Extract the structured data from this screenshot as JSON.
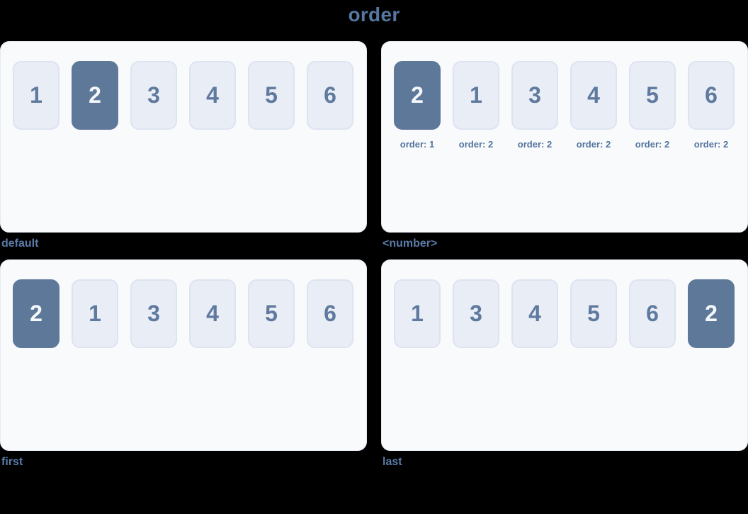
{
  "title": "order",
  "colors": {
    "bg": "#000000",
    "panel-bg": "#f8fafc",
    "panel-border": "#e7ebf2",
    "item-bg": "#e9edf6",
    "item-border": "#dde4f0",
    "item-text": "#5f7a9e",
    "accent": "#5e7899",
    "accent-text": "#f4f7fb",
    "heading": "#5577a2",
    "caption": "#5b7ca8",
    "sublabel": "#54749c"
  },
  "panels": [
    {
      "caption": "default",
      "items": [
        {
          "label": "1",
          "highlight": false
        },
        {
          "label": "2",
          "highlight": true
        },
        {
          "label": "3",
          "highlight": false
        },
        {
          "label": "4",
          "highlight": false
        },
        {
          "label": "5",
          "highlight": false
        },
        {
          "label": "6",
          "highlight": false
        }
      ]
    },
    {
      "caption": "<number>",
      "items": [
        {
          "label": "2",
          "highlight": true,
          "sub": "order: 1"
        },
        {
          "label": "1",
          "highlight": false,
          "sub": "order: 2"
        },
        {
          "label": "3",
          "highlight": false,
          "sub": "order: 2"
        },
        {
          "label": "4",
          "highlight": false,
          "sub": "order: 2"
        },
        {
          "label": "5",
          "highlight": false,
          "sub": "order: 2"
        },
        {
          "label": "6",
          "highlight": false,
          "sub": "order: 2"
        }
      ]
    },
    {
      "caption": "first",
      "items": [
        {
          "label": "2",
          "highlight": true
        },
        {
          "label": "1",
          "highlight": false
        },
        {
          "label": "3",
          "highlight": false
        },
        {
          "label": "4",
          "highlight": false
        },
        {
          "label": "5",
          "highlight": false
        },
        {
          "label": "6",
          "highlight": false
        }
      ]
    },
    {
      "caption": "last",
      "items": [
        {
          "label": "1",
          "highlight": false
        },
        {
          "label": "3",
          "highlight": false
        },
        {
          "label": "4",
          "highlight": false
        },
        {
          "label": "5",
          "highlight": false
        },
        {
          "label": "6",
          "highlight": false
        },
        {
          "label": "2",
          "highlight": true
        }
      ]
    }
  ]
}
